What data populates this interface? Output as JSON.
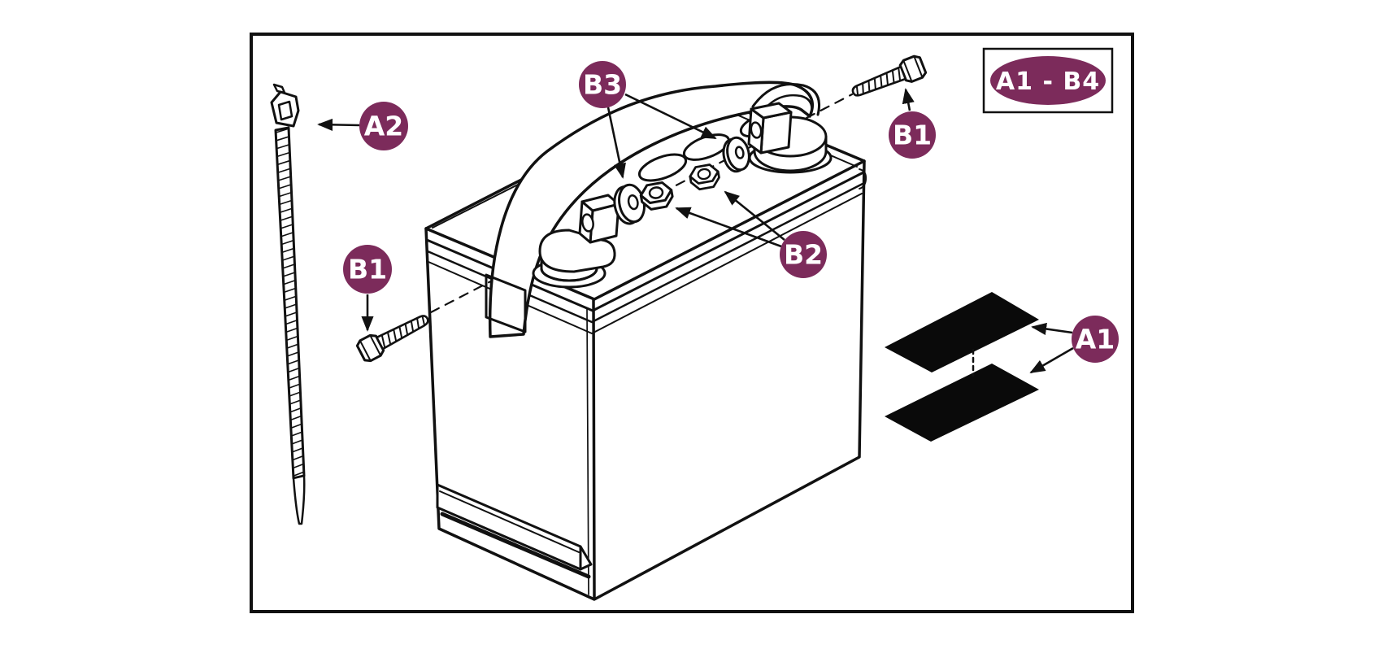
{
  "diagram": {
    "badge_text": "A1 - B4",
    "colors": {
      "callout_bg": "#7c2b5b",
      "callout_text": "#ffffff",
      "line": "#111111",
      "pad_fill": "#0a0a0a",
      "background": "#ffffff"
    },
    "callouts": [
      {
        "label": "A2",
        "part": "cable-tie"
      },
      {
        "label": "B3",
        "part": "washers"
      },
      {
        "label": "B1",
        "part": "bolt-left"
      },
      {
        "label": "B1",
        "part": "bolt-right"
      },
      {
        "label": "B2",
        "part": "nuts"
      },
      {
        "label": "A1",
        "part": "adhesive-pads"
      }
    ]
  }
}
